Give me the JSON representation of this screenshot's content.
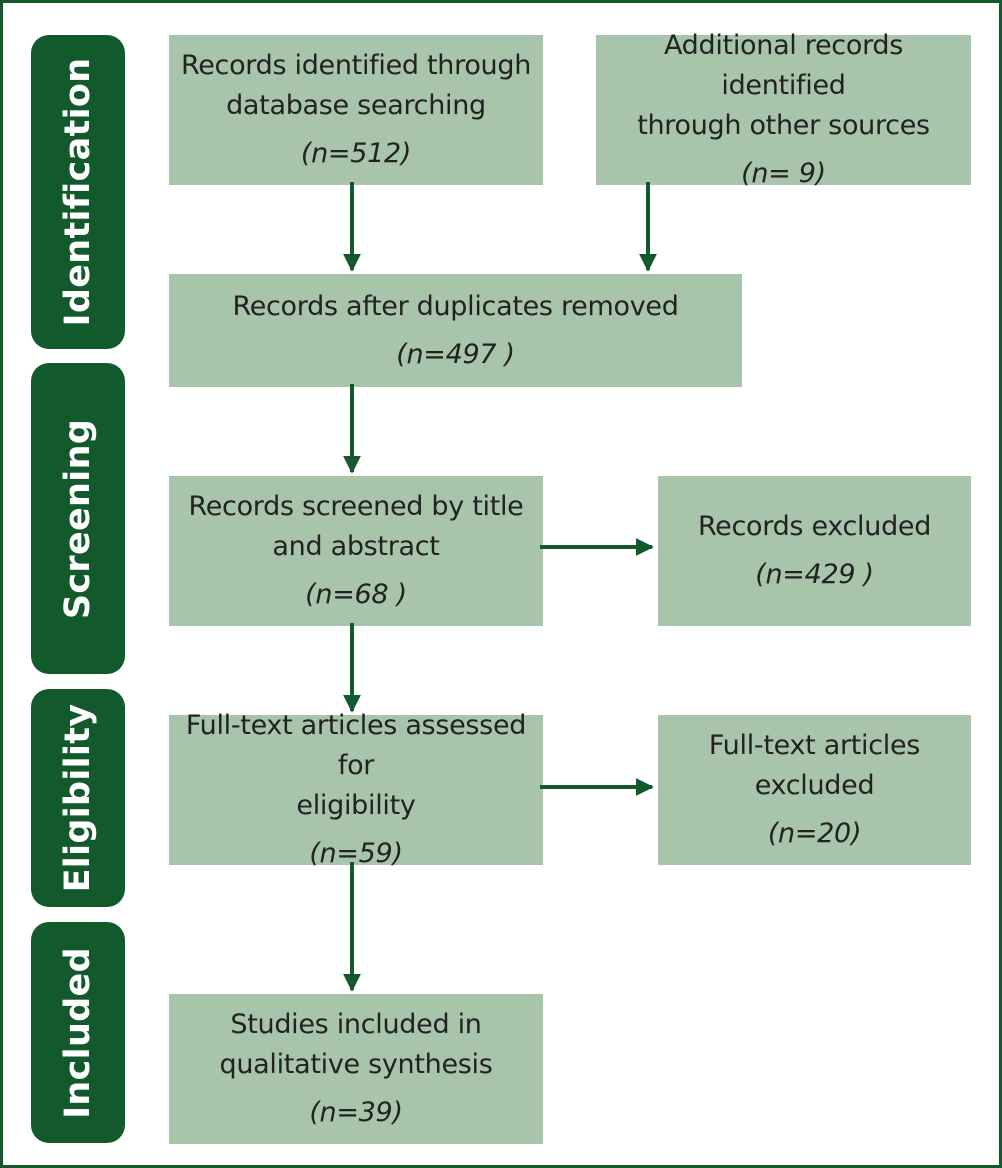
{
  "phases": {
    "identification": "Identification",
    "screening": "Screening",
    "eligibility": "Eligibility",
    "included": "Included"
  },
  "boxes": {
    "database_records": {
      "label": "Records identified through\ndatabase searching",
      "count": "(n=512)"
    },
    "other_sources": {
      "label": "Additional records identified\nthrough other sources",
      "count": "(n= 9)"
    },
    "duplicates_removed": {
      "label": "Records after duplicates removed",
      "count": "(n=497 )"
    },
    "screened": {
      "label": "Records screened by title\nand abstract",
      "count": "(n=68 )"
    },
    "excluded": {
      "label": "Records excluded",
      "count": "(n=429 )"
    },
    "fulltext_assessed": {
      "label": "Full-text articles assessed for\neligibility",
      "count": "(n=59)"
    },
    "fulltext_excluded": {
      "label": "Full-text articles\nexcluded",
      "count": "(n=20)"
    },
    "included_studies": {
      "label": "Studies included in\nqualitative synthesis",
      "count": "(n=39)"
    }
  },
  "colors": {
    "phase_fill": "#125a2c",
    "box_fill": "#a8c4ab",
    "arrow": "#125a2c",
    "text": "#222222"
  }
}
